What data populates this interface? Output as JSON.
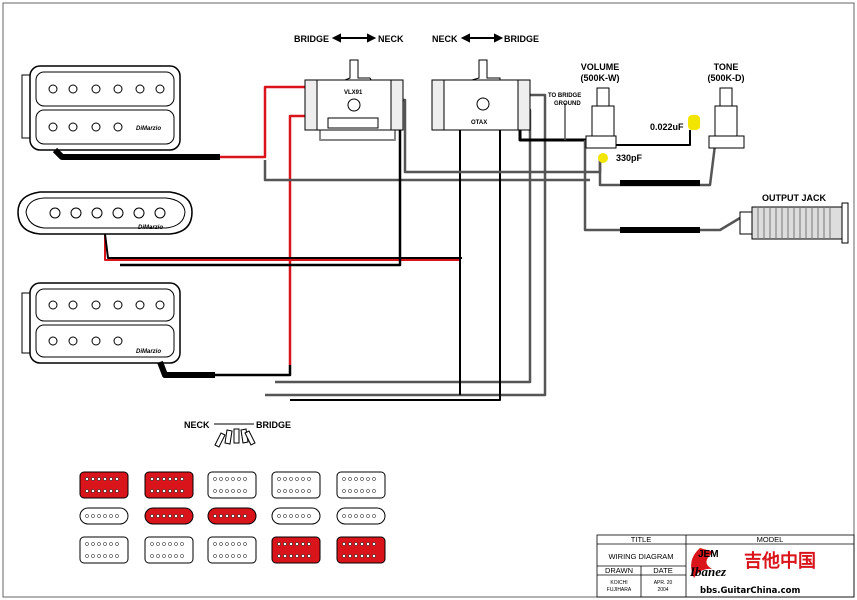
{
  "switches": {
    "vlx": {
      "name": "VLX91",
      "left_label": "BRIDGE",
      "right_label": "NECK"
    },
    "otax": {
      "name": "OTAX",
      "left_label": "NECK",
      "right_label": "BRIDGE"
    }
  },
  "labels": {
    "to_bridge_ground": [
      "TO BRIDGE",
      "GROUND"
    ],
    "volume": [
      "VOLUME",
      "(500K-W)"
    ],
    "tone": [
      "TONE",
      "(500K-D)"
    ],
    "cap_tone": "0.022uF",
    "cap_volume": "330pF",
    "output_jack": "OUTPUT JACK",
    "pickup_brand": "DiMarzio"
  },
  "positions_legend": {
    "left": "NECK",
    "right": "BRIDGE"
  },
  "colors": {
    "hot": "#d9141b",
    "ground": "#000000",
    "cap": "#f2e600"
  },
  "title_block": {
    "title_header": "TITLE",
    "model_header": "MODEL",
    "title": "WIRING DIAGRAM",
    "drawn_header": "DRAWN",
    "date_header": "DATE",
    "drawn_by": [
      "KOICHI",
      "FUJIHARA"
    ],
    "date": [
      "APR. 20",
      "2004"
    ],
    "logo_text": "JEM",
    "brand_logo": "Ibanez"
  },
  "watermark": {
    "chars": "吉他中国",
    "url": "bbs.GuitarChina.com"
  }
}
